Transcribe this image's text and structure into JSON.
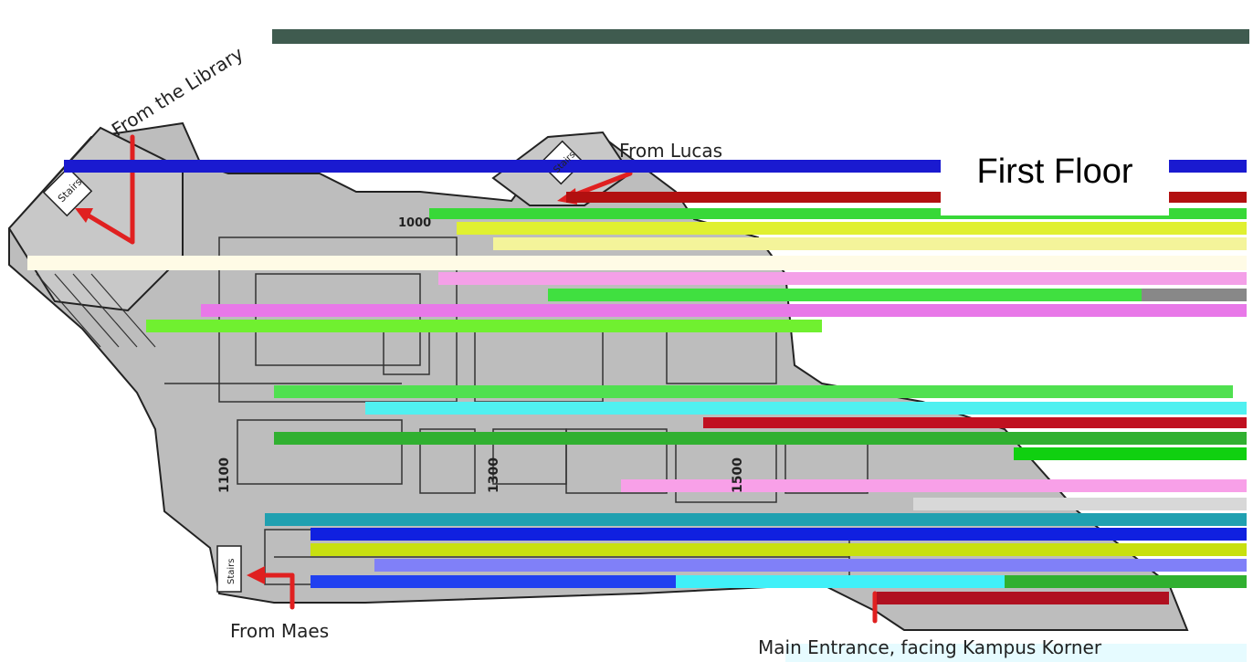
{
  "title": "First Floor",
  "labels": {
    "library": "From the Library",
    "lucas": "From Lucas",
    "maes": "From Maes",
    "main_entrance": "Main Entrance, facing Kampus Korner"
  },
  "stairs_label": "Stairs",
  "wing_labels": {
    "w1000": "1000",
    "w1100": "1100",
    "w1300": "1300",
    "w1500": "1500"
  },
  "colors": {
    "top_bar": "#3f5b4f",
    "floor": "#bdbdbd",
    "floor_dark": "#8a8a8a",
    "wall": "#222222",
    "arrow": "#e02020"
  }
}
